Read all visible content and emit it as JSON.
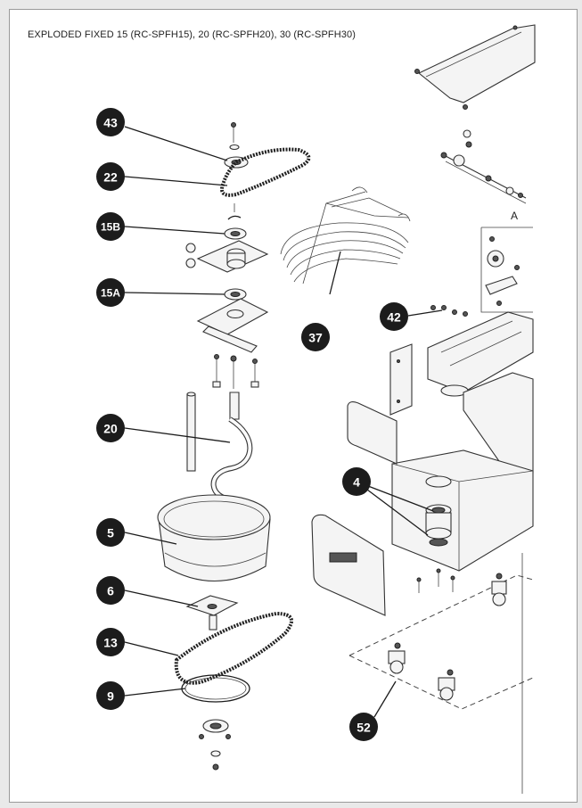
{
  "header": {
    "title": "EXPLODED FIXED 15 (RC-SPFH15), 20 (RC-SPFH20), 30 (RC-SPFH30)"
  },
  "view_labels": {
    "detail_a": "A"
  },
  "callouts": [
    {
      "id": "43",
      "label": "43"
    },
    {
      "id": "22",
      "label": "22"
    },
    {
      "id": "15B",
      "label": "15B"
    },
    {
      "id": "15A",
      "label": "15A"
    },
    {
      "id": "37",
      "label": "37"
    },
    {
      "id": "42",
      "label": "42"
    },
    {
      "id": "20",
      "label": "20"
    },
    {
      "id": "4",
      "label": "4"
    },
    {
      "id": "5",
      "label": "5"
    },
    {
      "id": "6",
      "label": "6"
    },
    {
      "id": "13",
      "label": "13"
    },
    {
      "id": "9",
      "label": "9"
    },
    {
      "id": "52",
      "label": "52"
    }
  ],
  "colors": {
    "callout_fill": "#1c1c1c",
    "callout_text": "#ffffff",
    "line": "#1c1c1c"
  }
}
